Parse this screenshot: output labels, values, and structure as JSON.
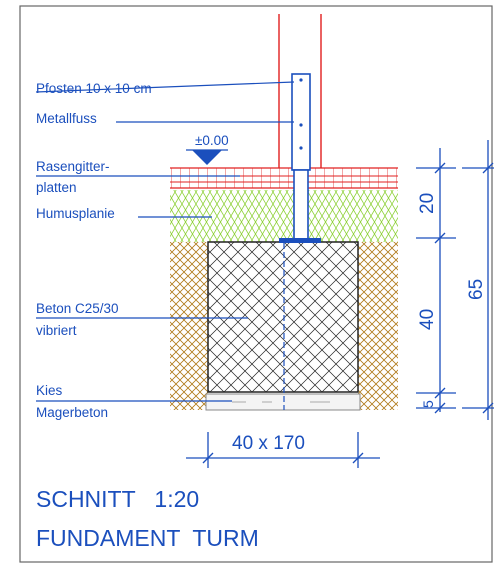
{
  "labels": {
    "post": "Pfosten 10 x 10 cm",
    "metal_foot": "Metallfuss",
    "grass_1": "Rasengitter-",
    "grass_2": "platten",
    "humus": "Humusplanie",
    "concrete_1": "Beton C25/30",
    "concrete_2": "vibriert",
    "gravel": "Kies",
    "lean_concrete": "Magerbeton"
  },
  "level": "±0.00",
  "dimensions": {
    "horizontal": "40 x 170",
    "v1": "20",
    "v2": "40",
    "v3": "5",
    "total": "65"
  },
  "title": {
    "line1": "SCHNITT   1:20",
    "line2": "FUNDAMENT  TURM"
  },
  "colors": {
    "line": "#1b4fbd",
    "red": "#e02020",
    "green": "#8fd13a",
    "brown": "#b07a18",
    "hatch": "#222222"
  }
}
